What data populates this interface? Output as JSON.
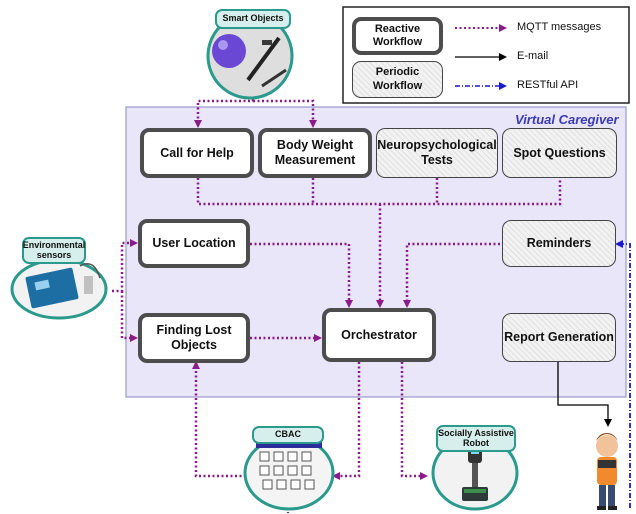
{
  "legend": {
    "reactive_label": "Reactive Workflow",
    "periodic_label": "Periodic Workflow",
    "mqtt": "MQTT messages",
    "email": "E-mail",
    "rest": "RESTful API"
  },
  "region_title": "Virtual Caregiver",
  "nodes": {
    "call_for_help": "Call for Help",
    "body_weight": "Body Weight Measurement",
    "neuro_tests": "Neuropsychological Tests",
    "spot_questions": "Spot Questions",
    "user_location": "User Location",
    "reminders": "Reminders",
    "finding_lost_objects": "Finding Lost Objects",
    "orchestrator": "Orchestrator",
    "report_generation": "Report Generation"
  },
  "external": {
    "smart_objects": "Smart Objects",
    "environmental_sensors": "Environmental sensors",
    "cbac": "CBAC",
    "robot": "Socially Assistive Robot"
  },
  "colors": {
    "mqtt": "#8b1a8b",
    "rest": "#1a1acc",
    "email": "#000000",
    "region_fill": "#e8e6f8",
    "region_border": "#9a98c8",
    "tag_border": "#2a9a8c"
  }
}
